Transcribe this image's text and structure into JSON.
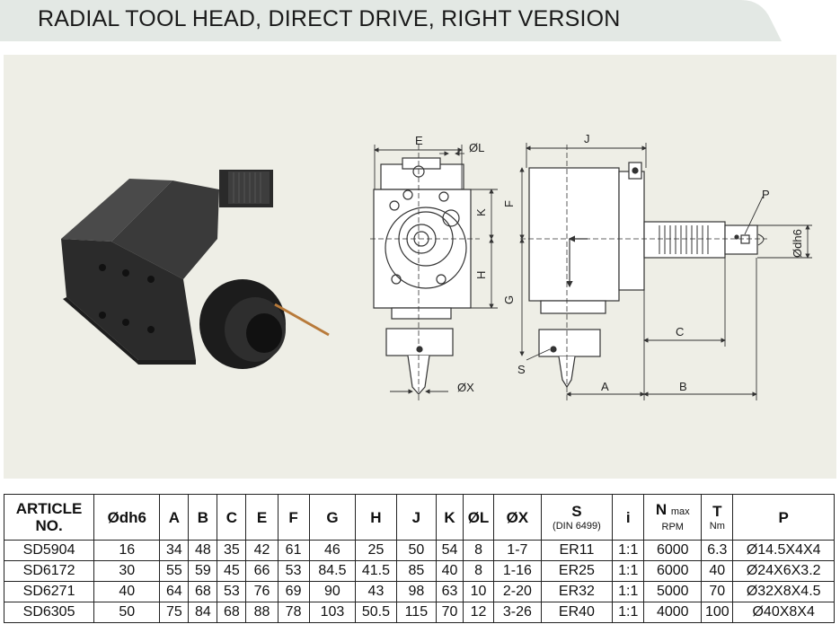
{
  "page": {
    "title": "RADIAL TOOL HEAD, DIRECT DRIVE, RIGHT VERSION"
  },
  "drawing": {
    "labels": {
      "E": "E",
      "L": "ØL",
      "J": "J",
      "F": "F",
      "K": "K",
      "H": "H",
      "G": "G",
      "P": "P",
      "dh6": "Ødh6",
      "C": "C",
      "S": "S",
      "X": "ØX",
      "A": "A",
      "B": "B"
    }
  },
  "table": {
    "headers": {
      "article": "ARTICLE NO.",
      "dh6": "Ødh6",
      "A": "A",
      "B": "B",
      "C": "C",
      "E": "E",
      "F": "F",
      "G": "G",
      "H": "H",
      "J": "J",
      "K": "K",
      "L": "ØL",
      "X": "ØX",
      "S": "S",
      "S_sub": "(DIN 6499)",
      "i": "i",
      "N": "N",
      "N_sub": "max",
      "N_unit": "RPM",
      "T": "T",
      "T_unit": "Nm",
      "P": "P"
    },
    "rows": [
      [
        "SD5904",
        "16",
        "34",
        "48",
        "35",
        "42",
        "61",
        "46",
        "25",
        "50",
        "54",
        "8",
        "1-7",
        "ER11",
        "1:1",
        "6000",
        "6.3",
        "Ø14.5X4X4"
      ],
      [
        "SD6172",
        "30",
        "55",
        "59",
        "45",
        "66",
        "53",
        "84.5",
        "41.5",
        "85",
        "40",
        "8",
        "1-16",
        "ER25",
        "1:1",
        "6000",
        "40",
        "Ø24X6X3.2"
      ],
      [
        "SD6271",
        "40",
        "64",
        "68",
        "53",
        "76",
        "69",
        "90",
        "43",
        "98",
        "63",
        "10",
        "2-20",
        "ER32",
        "1:1",
        "5000",
        "70",
        "Ø32X8X4.5"
      ],
      [
        "SD6305",
        "50",
        "75",
        "84",
        "68",
        "88",
        "78",
        "103",
        "50.5",
        "115",
        "70",
        "12",
        "3-26",
        "ER40",
        "1:1",
        "4000",
        "100",
        "Ø40X8X4"
      ]
    ]
  }
}
